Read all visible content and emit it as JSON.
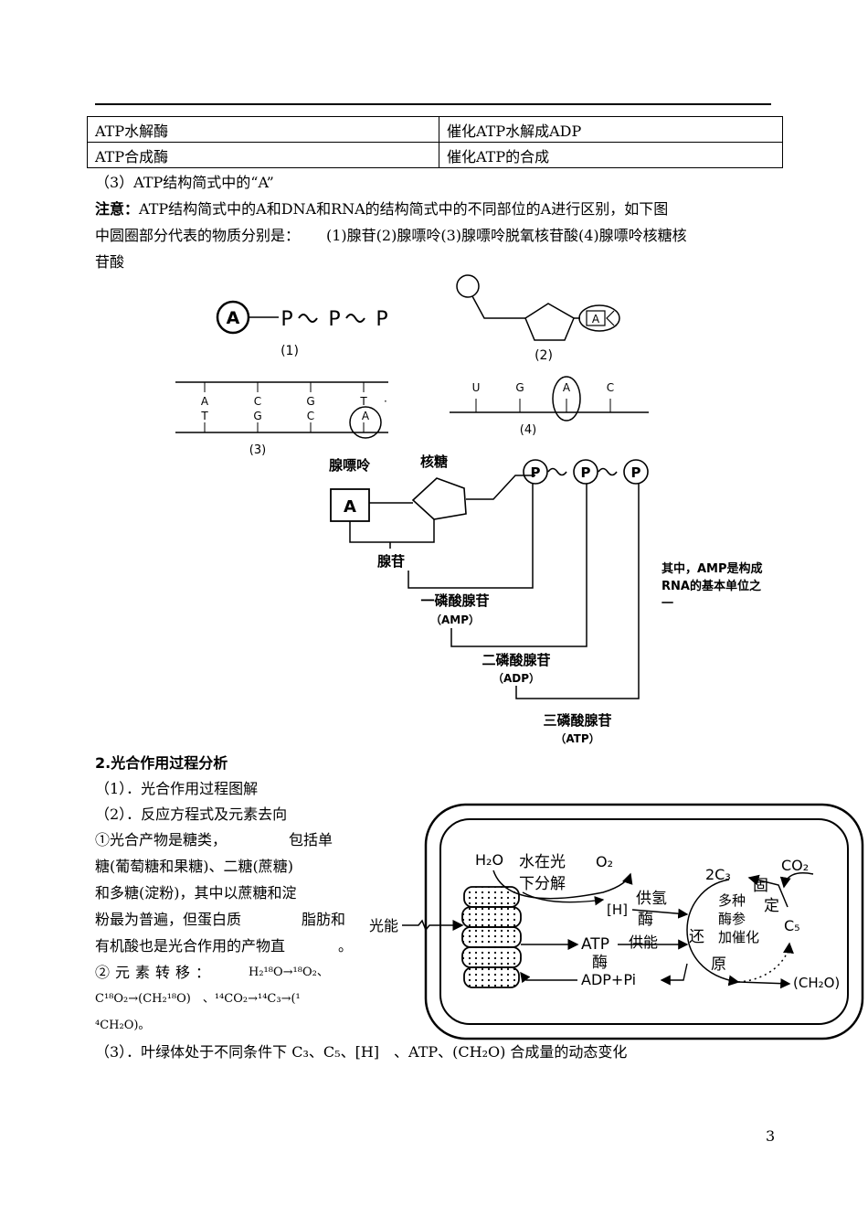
{
  "table": {
    "rows": [
      {
        "enzyme": "ATP水解酶",
        "function": "催化ATP水解成ADP"
      },
      {
        "enzyme": "ATP合成酶",
        "function": "催化ATP的合成"
      }
    ]
  },
  "section_a": {
    "heading": "（3）ATP结构简式中的“A”",
    "note_label": "注意：",
    "note_line1": "ATP结构简式中的A和DNA和RNA的结构简式中的不同部位的A进行区别，如下图",
    "note_line2a": "中圆圈部分代表的物质分别是：",
    "note_line2b": "(1)腺苷(2)腺嘌呤(3)腺嘌呤脱氧核苷酸(4)腺嘌呤核糖核",
    "note_line3": "苷酸"
  },
  "figure1": {
    "struct_1": {
      "a": "A",
      "p1": "P",
      "p2": "P",
      "p3": "P",
      "caption": "(1)"
    },
    "struct_2": {
      "a": "A",
      "caption": "(2)"
    },
    "struct_3": {
      "top": [
        "A",
        "C",
        "G",
        "T"
      ],
      "bottom": [
        "T",
        "G",
        "C",
        "A"
      ],
      "caption": "(3)"
    },
    "struct_4": {
      "bases": [
        "U",
        "G",
        "A",
        "C"
      ],
      "caption": "(4)"
    }
  },
  "figure2": {
    "adenine_label": "腺嘌呤",
    "ribose_label": "核糖",
    "adenine_letter": "A",
    "phosphate": "P",
    "adenosine_label": "腺苷",
    "amp_label": "一磷酸腺苷",
    "amp_abbr": "（AMP）",
    "adp_label": "二磷酸腺苷",
    "adp_abbr": "（ADP）",
    "atp_label": "三磷酸腺苷",
    "atp_abbr": "（ATP）",
    "note_line1": "其中，AMP是构成",
    "note_line2": "RNA的基本单位之",
    "note_line3": "一"
  },
  "section2": {
    "title": "2.光合作用过程分析",
    "item1": "（1）．光合作用过程图解",
    "item2": "（2）．反应方程式及元素去向",
    "p1": "①光合产物是糖类，",
    "p1b": "包括单",
    "p2": "糖(葡萄糖和果糖)、二糖(蔗糖)",
    "p3": "和多糖(淀粉)，其中以蔗糖和淀",
    "p4a": "粉最为普遍，但蛋白质",
    "p4b": "脂肪和",
    "p5a": "有机酸也是光合作用的产物直",
    "p5b": "。",
    "p6": "②元素转移：",
    "p6_formula": "H₂¹⁸O→¹⁸O₂、",
    "p7_formula": "C¹⁸O₂→(CH₂¹⁸O)　、¹⁴CO₂→¹⁴C₃→(¹",
    "p8_formula": "⁴CH₂O)。",
    "item3": "（3）．叶绿体处于不同条件下 C₃、C₅、[H]　、ATP、(CH₂O) 合成量的动态变化"
  },
  "photo_diagram": {
    "light_label": "光能",
    "h2o": "H₂O",
    "water_split_1": "水在光",
    "water_split_2": "下分解",
    "o2": "O₂",
    "h_label": "[H]",
    "supply_h_1": "供氢",
    "supply_h_2": "酶",
    "supply_energy": "供能",
    "atp": "ATP",
    "enzyme": "酶",
    "adp_pi": "ADP+Pi",
    "c3": "2C₃",
    "co2": "CO₂",
    "fix_1": "固",
    "fix_2": "定",
    "c5": "C₅",
    "enz_1": "多种",
    "enz_2": "酶参",
    "enz_3": "加催化",
    "reduce_1": "还",
    "reduce_2": "原",
    "ch2o": "(CH₂O)"
  },
  "page_number": "3"
}
